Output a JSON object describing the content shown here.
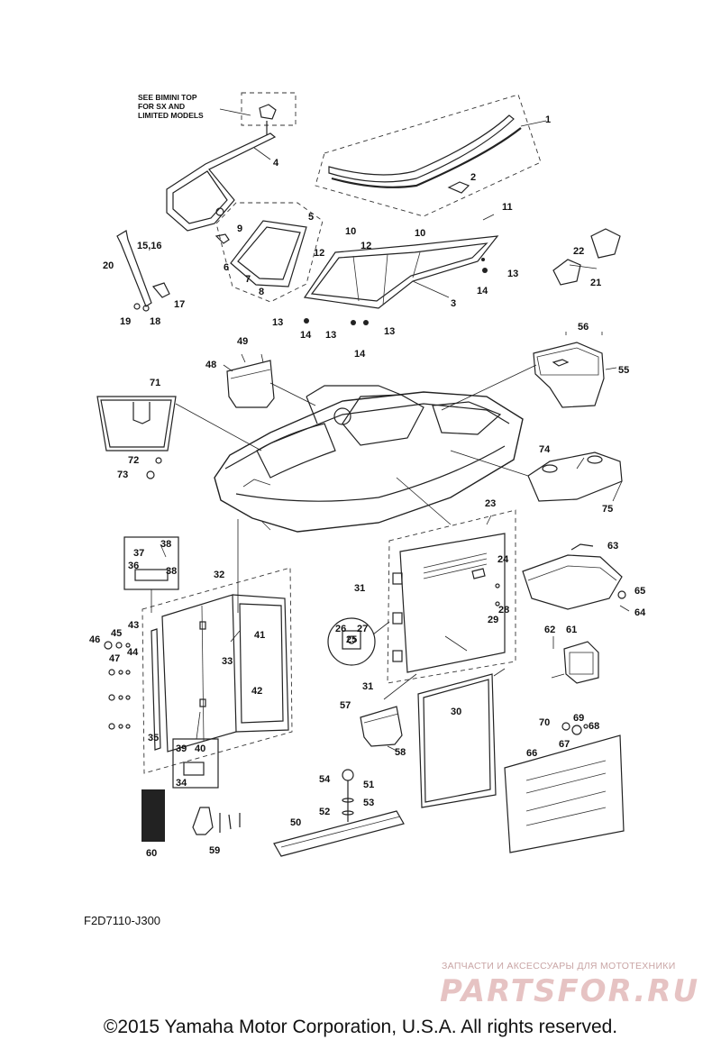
{
  "note": {
    "lines": [
      "SEE BIMINI TOP",
      "FOR SX AND",
      "LIMITED MODELS"
    ]
  },
  "callouts": [
    {
      "id": "c1",
      "label": "1"
    },
    {
      "id": "c2",
      "label": "2"
    },
    {
      "id": "c3",
      "label": "3"
    },
    {
      "id": "c4",
      "label": "4"
    },
    {
      "id": "c5",
      "label": "5"
    },
    {
      "id": "c6",
      "label": "6"
    },
    {
      "id": "c7",
      "label": "7"
    },
    {
      "id": "c8",
      "label": "8"
    },
    {
      "id": "c9",
      "label": "9"
    },
    {
      "id": "c10a",
      "label": "10"
    },
    {
      "id": "c10b",
      "label": "10"
    },
    {
      "id": "c11",
      "label": "11"
    },
    {
      "id": "c12a",
      "label": "12"
    },
    {
      "id": "c12b",
      "label": "12"
    },
    {
      "id": "c13a",
      "label": "13"
    },
    {
      "id": "c13b",
      "label": "13"
    },
    {
      "id": "c13c",
      "label": "13"
    },
    {
      "id": "c13d",
      "label": "13"
    },
    {
      "id": "c14a",
      "label": "14"
    },
    {
      "id": "c14b",
      "label": "14"
    },
    {
      "id": "c14c",
      "label": "14"
    },
    {
      "id": "c1516",
      "label": "15,16"
    },
    {
      "id": "c17",
      "label": "17"
    },
    {
      "id": "c18",
      "label": "18"
    },
    {
      "id": "c19",
      "label": "19"
    },
    {
      "id": "c20",
      "label": "20"
    },
    {
      "id": "c21",
      "label": "21"
    },
    {
      "id": "c22",
      "label": "22"
    },
    {
      "id": "c23",
      "label": "23"
    },
    {
      "id": "c24",
      "label": "24"
    },
    {
      "id": "c25",
      "label": "25"
    },
    {
      "id": "c26",
      "label": "26"
    },
    {
      "id": "c27",
      "label": "27"
    },
    {
      "id": "c28",
      "label": "28"
    },
    {
      "id": "c29",
      "label": "29"
    },
    {
      "id": "c30",
      "label": "30"
    },
    {
      "id": "c31a",
      "label": "31"
    },
    {
      "id": "c31b",
      "label": "31"
    },
    {
      "id": "c32",
      "label": "32"
    },
    {
      "id": "c33",
      "label": "33"
    },
    {
      "id": "c34",
      "label": "34"
    },
    {
      "id": "c35",
      "label": "35"
    },
    {
      "id": "c36",
      "label": "36"
    },
    {
      "id": "c37",
      "label": "37"
    },
    {
      "id": "c38a",
      "label": "38"
    },
    {
      "id": "c38b",
      "label": "38"
    },
    {
      "id": "c39",
      "label": "39"
    },
    {
      "id": "c40",
      "label": "40"
    },
    {
      "id": "c41",
      "label": "41"
    },
    {
      "id": "c42",
      "label": "42"
    },
    {
      "id": "c43",
      "label": "43"
    },
    {
      "id": "c44",
      "label": "44"
    },
    {
      "id": "c45",
      "label": "45"
    },
    {
      "id": "c46",
      "label": "46"
    },
    {
      "id": "c47",
      "label": "47"
    },
    {
      "id": "c48",
      "label": "48"
    },
    {
      "id": "c49",
      "label": "49"
    },
    {
      "id": "c50",
      "label": "50"
    },
    {
      "id": "c51",
      "label": "51"
    },
    {
      "id": "c52",
      "label": "52"
    },
    {
      "id": "c53",
      "label": "53"
    },
    {
      "id": "c54",
      "label": "54"
    },
    {
      "id": "c55",
      "label": "55"
    },
    {
      "id": "c56",
      "label": "56"
    },
    {
      "id": "c57",
      "label": "57"
    },
    {
      "id": "c58",
      "label": "58"
    },
    {
      "id": "c59",
      "label": "59"
    },
    {
      "id": "c60",
      "label": "60"
    },
    {
      "id": "c61",
      "label": "61"
    },
    {
      "id": "c62",
      "label": "62"
    },
    {
      "id": "c63",
      "label": "63"
    },
    {
      "id": "c64",
      "label": "64"
    },
    {
      "id": "c65",
      "label": "65"
    },
    {
      "id": "c66",
      "label": "66"
    },
    {
      "id": "c67",
      "label": "67"
    },
    {
      "id": "c68",
      "label": "68"
    },
    {
      "id": "c69",
      "label": "69"
    },
    {
      "id": "c70",
      "label": "70"
    },
    {
      "id": "c71",
      "label": "71"
    },
    {
      "id": "c72",
      "label": "72"
    },
    {
      "id": "c73",
      "label": "73"
    },
    {
      "id": "c74",
      "label": "74"
    },
    {
      "id": "c75",
      "label": "75"
    }
  ],
  "diagram_code": "F2D7110-J300",
  "watermark": {
    "tagline": "ЗАПЧАСТИ И АКСЕССУАРЫ ДЛЯ МОТОТЕХНИКИ",
    "brand": "PARTSFOR.RU",
    "color": "#e6c3c3"
  },
  "copyright": "©2015 Yamaha Motor Corporation, U.S.A. All rights reserved."
}
